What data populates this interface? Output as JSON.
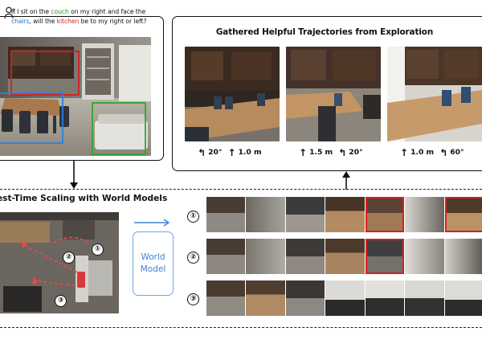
{
  "question": {
    "part1": "If I sit on the ",
    "couch": "couch",
    "part2": " on my right and face the",
    "chairs": "chairs",
    "part3": ", will the ",
    "kitchen": "kitchen",
    "part4": " be to my right or left?",
    "icon": "person-speaking-icon"
  },
  "exploration": {
    "title": "Gathered Helpful Trajectories from Exploration",
    "actions": [
      {
        "a1_icon": "turn-left-arrow-icon",
        "a1": "20°",
        "a2_icon": "forward-arrow-icon",
        "a2": "1.0 m"
      },
      {
        "a1_icon": "forward-arrow-icon",
        "a1": "1.5 m",
        "a2_icon": "turn-left-arrow-icon",
        "a2": "20°"
      },
      {
        "a1_icon": "forward-arrow-icon",
        "a1": "1.0 m",
        "a2_icon": "turn-left-arrow-icon",
        "a2": "60°"
      }
    ]
  },
  "scaling": {
    "title": "est-Time Scaling with World Models",
    "world_model_line1": "World",
    "world_model_line2": "Model",
    "rollouts": [
      "①",
      "②",
      "③"
    ],
    "map_labels": [
      "①",
      "②",
      "③"
    ]
  },
  "colors": {
    "couch_box": "#2ea82e",
    "chairs_box": "#2b7fdc",
    "kitchen_box": "#d42020",
    "world_model": "#3e82d8",
    "trajectory": "#e84848"
  }
}
